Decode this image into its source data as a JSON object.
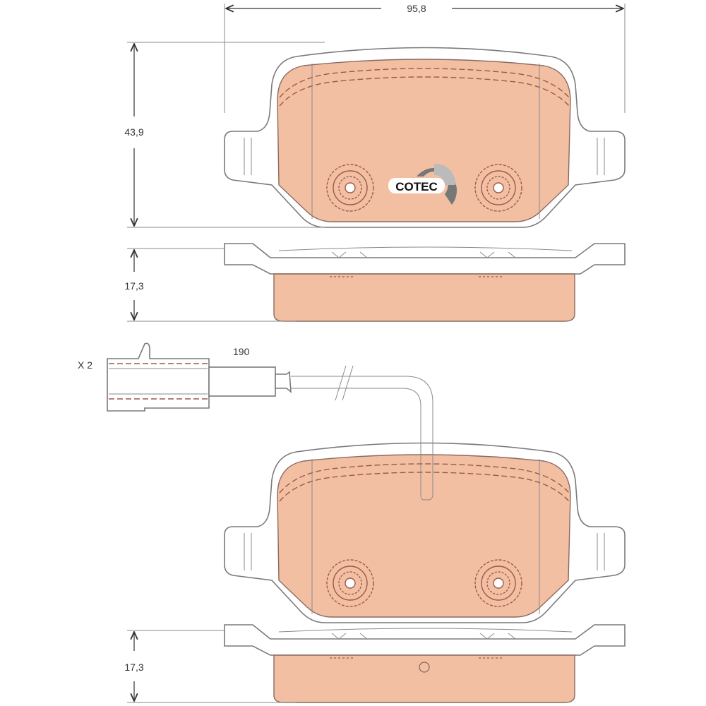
{
  "dimensions": {
    "width": "95,8",
    "height": "43,9",
    "thickness_top": "17,3",
    "thickness_bottom": "17,3",
    "wire_length": "190",
    "quantity": "X 2"
  },
  "logo": {
    "text": "COTEC"
  },
  "colors": {
    "friction": "#f3bfa3",
    "outline": "#7a7a7a"
  }
}
